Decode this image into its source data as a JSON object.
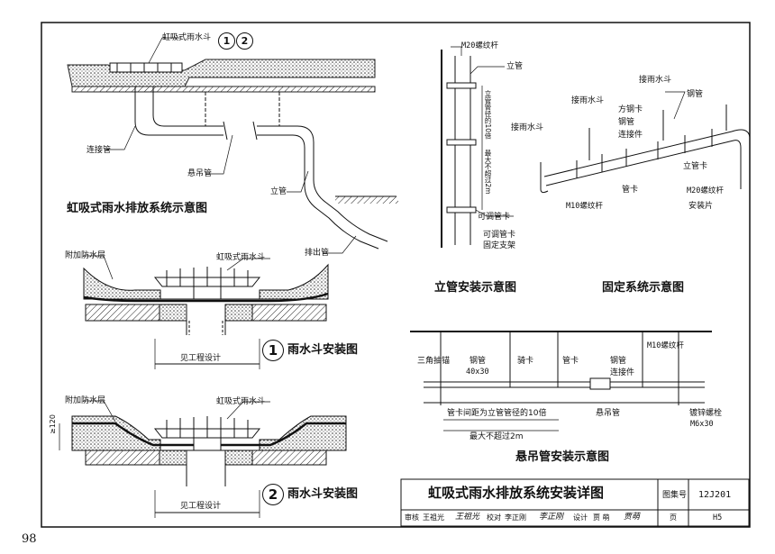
{
  "page_number": "98",
  "title_block": {
    "title": "虹吸式雨水排放系统安装详图",
    "atlas_label": "图集号",
    "atlas_number": "12J201",
    "review_label": "审核",
    "review_name": "王祖光",
    "review_sign": "王祖光",
    "check_label": "校对",
    "check_name": "李正刚",
    "check_sign": "李正刚",
    "design_label": "设计",
    "design_name": "贾  萌",
    "design_sign": "贾萌",
    "page_label": "页",
    "page_value": "H5"
  },
  "diagram_system": {
    "title": "虹吸式雨水排放系统示意图",
    "labels": {
      "siphon_drain": "虹吸式雨水斗",
      "circle1": "1",
      "circle2": "2",
      "connect_pipe": "连接管",
      "suspended_pipe": "悬吊管",
      "riser": "立管",
      "discharge": "排出管"
    }
  },
  "diagram_drain1": {
    "title": "雨水斗安装图",
    "number": "1",
    "labels": {
      "waterproof": "附加防水层",
      "siphon_drain": "虹吸式雨水斗",
      "see_design": "见工程设计"
    }
  },
  "diagram_drain2": {
    "title": "雨水斗安装图",
    "number": "2",
    "labels": {
      "waterproof": "附加防水层",
      "siphon_drain": "虹吸式雨水斗",
      "see_design": "见工程设计",
      "dim": "≥120"
    }
  },
  "diagram_riser": {
    "title": "立管安装示意图",
    "labels": {
      "rod": "M20螺纹杆",
      "riser": "立管",
      "spacing1": "立管管径的10倍",
      "spacing2": "最大不超过2m",
      "adj_clamp": "可调管卡",
      "adj_clamp2": "可调管卡",
      "fixed_support": "固定支架"
    }
  },
  "diagram_fixed": {
    "title": "固定系统示意图",
    "labels": {
      "drain_a": "接雨水斗",
      "drain_b": "接雨水斗",
      "drain_c": "接雨水斗",
      "square_clamp": "方钢卡",
      "steel_pipe": "钢管",
      "connector": "连接件",
      "steel_pipe2": "钢管",
      "pipe_clamp": "管卡",
      "rod_m10": "M10螺纹杆",
      "riser_clamp": "立管卡",
      "rod_m20": "M20螺纹杆",
      "mount_plate": "安装片"
    }
  },
  "diagram_hanging": {
    "title": "悬吊管安装示意图",
    "labels": {
      "rod_m10": "M10螺纹杆",
      "triangle": "三角抽锚",
      "steel": "钢管",
      "steel_size": "40x30",
      "side_clamp": "骑卡",
      "pipe_clamp": "管卡",
      "steel2": "钢管",
      "connector": "连接件",
      "spacing": "管卡间距为立管管径的10倍",
      "suspended": "悬吊管",
      "bolt": "镀锌螺栓",
      "bolt_size": "M6x30",
      "max": "最大不超过2m"
    }
  }
}
